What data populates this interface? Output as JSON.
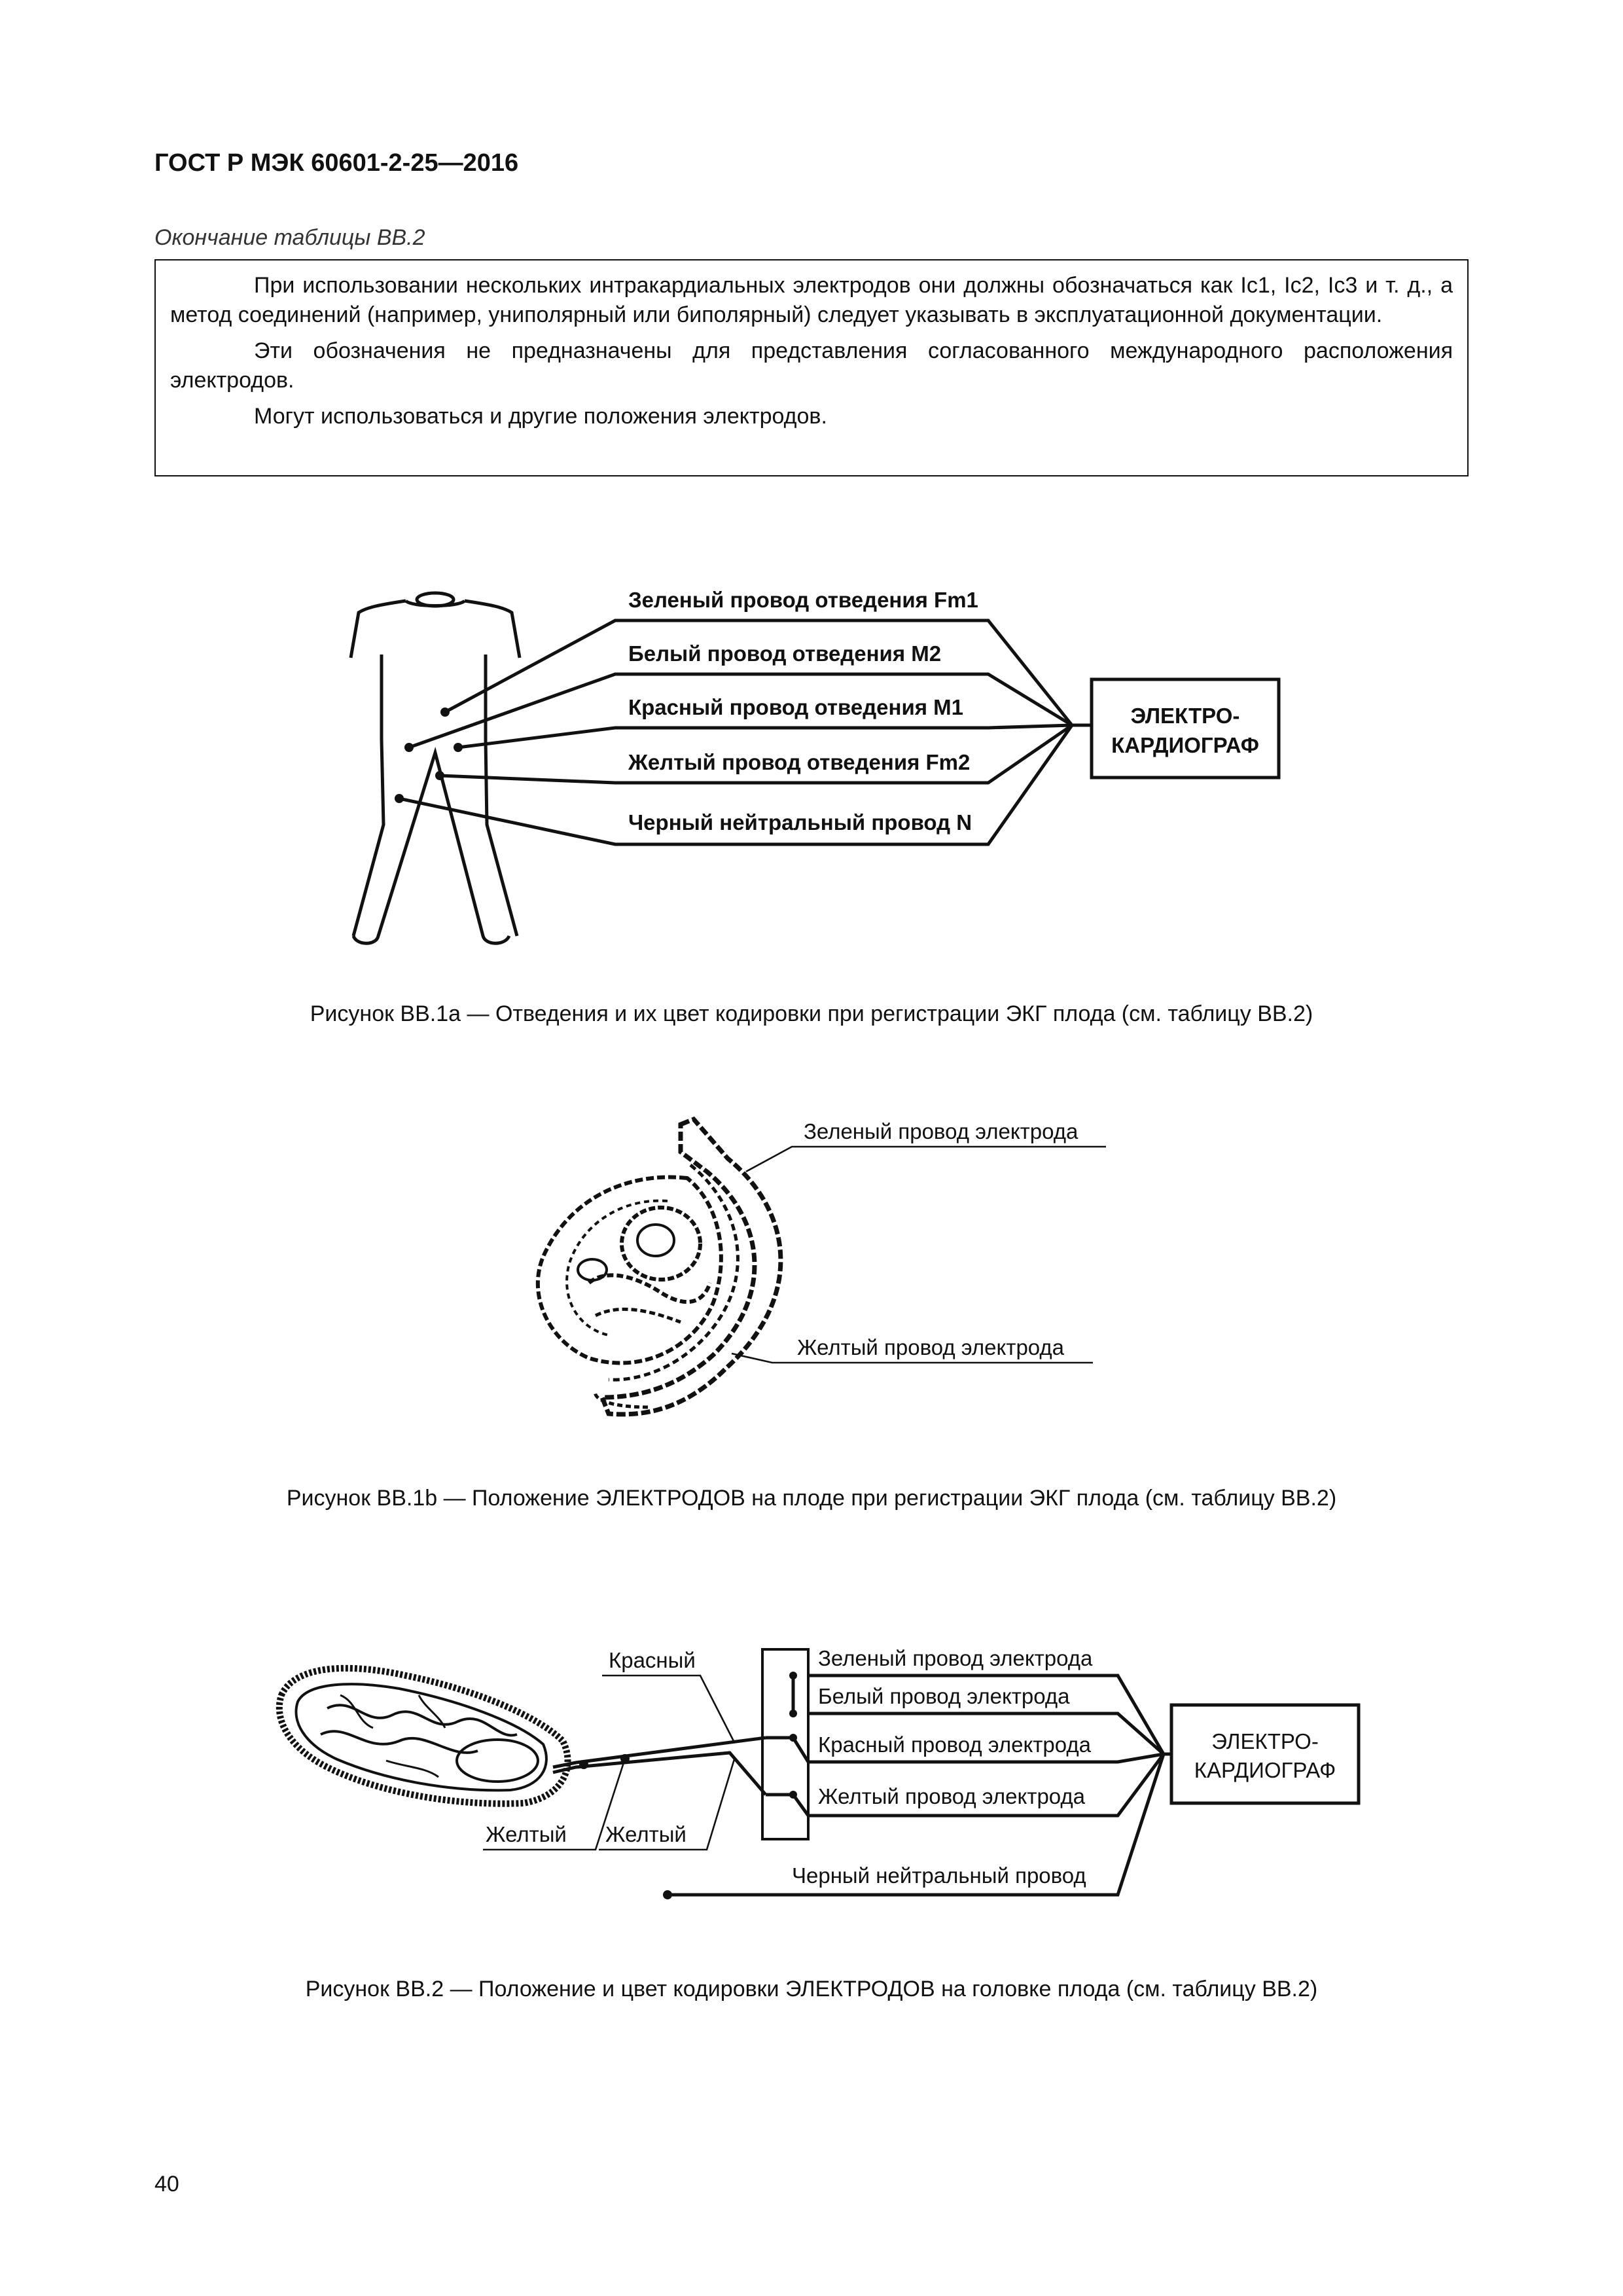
{
  "header": {
    "title": "ГОСТ Р МЭК 60601-2-25—2016"
  },
  "table_caption": "Окончание таблицы ВВ.2",
  "note": {
    "paragraphs": [
      "При использовании нескольких интракардиальных электродов они должны обозначаться как Ic1, Ic2, Ic3 и т. д., а метод соединений (например, униполярный или биполярный) следует указывать в эксплуатационной документации.",
      "Эти обозначения не предназначены для представления согласованного международного расположения электродов.",
      "Могут использоваться и другие положения электродов."
    ]
  },
  "figure1a": {
    "leads": [
      "Зеленый провод отведения Fm1",
      "Белый провод отведения М2",
      "Красный провод отведения М1",
      "Желтый провод отведения Fm2",
      "Черный нейтральный провод N"
    ],
    "device_line1": "ЭЛЕКТРО-",
    "device_line2": "КАРДИОГРАФ",
    "caption": "Рисунок ВВ.1а — Отведения и их цвет кодировки при регистрации ЭКГ плода (см. таблицу ВВ.2)"
  },
  "figure1b": {
    "label_green": "Зеленый провод электрода",
    "label_yellow": "Желтый провод электрода",
    "caption": "Рисунок ВВ.1b — Положение ЭЛЕКТРОДОВ на плоде при регистрации ЭКГ плода (см. таблицу ВВ.2)"
  },
  "figure2": {
    "label_red": "Красный",
    "label_yellow_1": "Желтый",
    "label_yellow_2": "Желтый",
    "wires": [
      "Зеленый провод электрода",
      "Белый провод электрода",
      "Красный провод электрода",
      "Желтый провод электрода"
    ],
    "neutral": "Черный нейтральный провод",
    "device_line1": "ЭЛЕКТРО-",
    "device_line2": "КАРДИОГРАФ",
    "caption": "Рисунок ВВ.2 — Положение и цвет кодировки ЭЛЕКТРОДОВ на головке плода (см. таблицу ВВ.2)"
  },
  "page_number": "40"
}
